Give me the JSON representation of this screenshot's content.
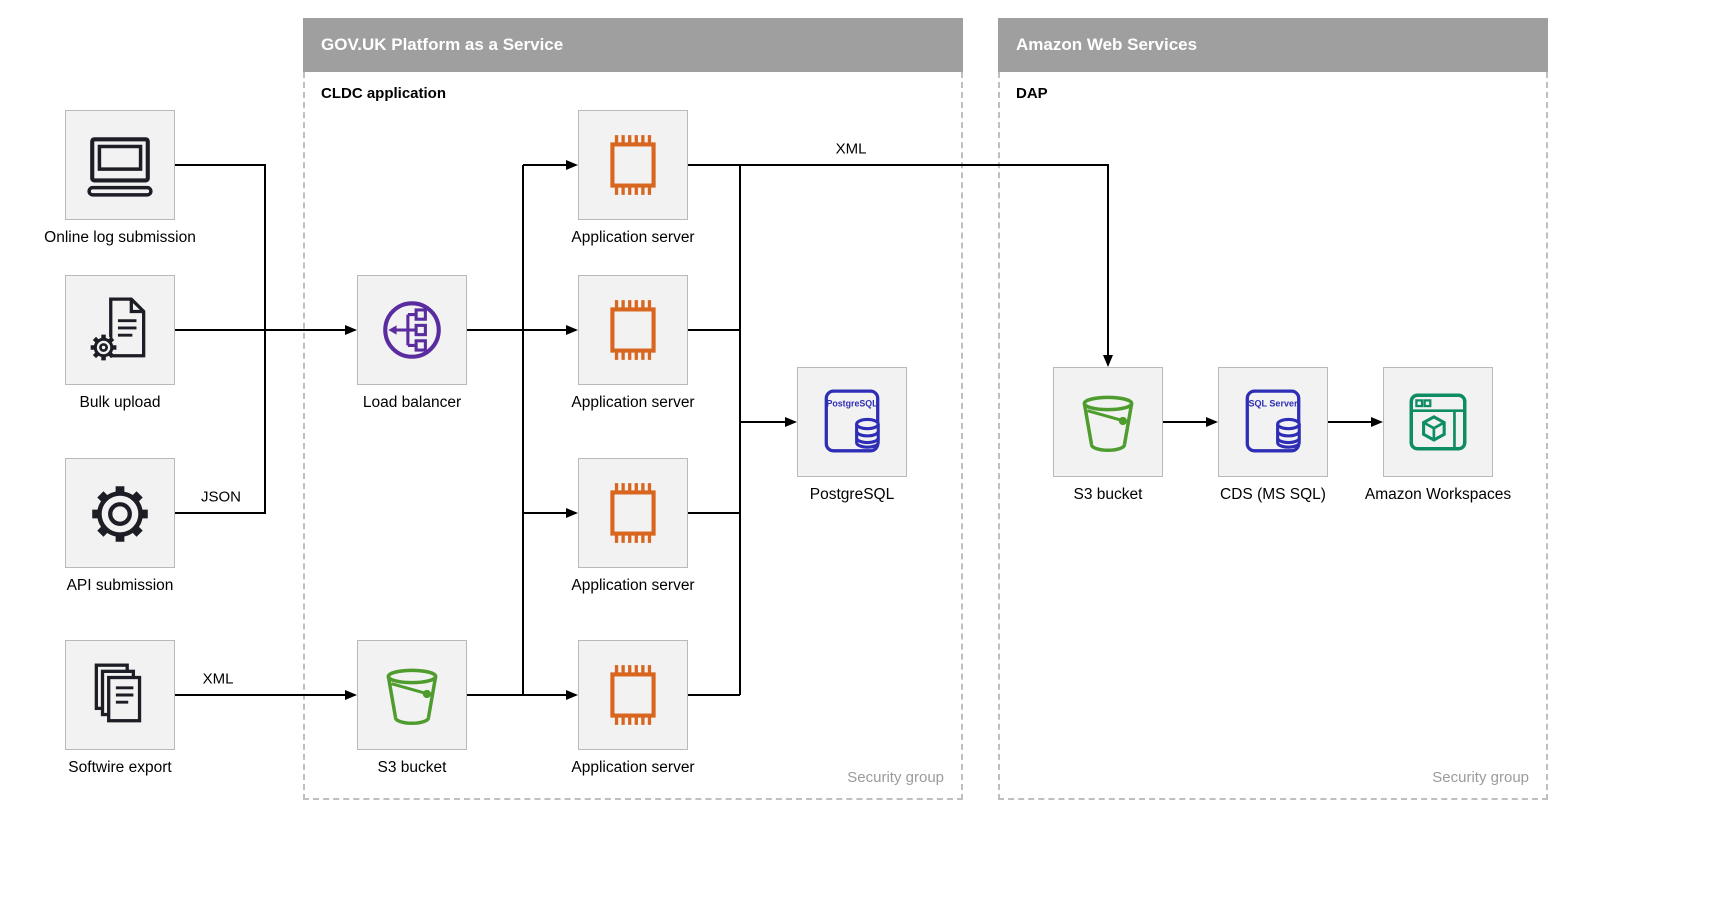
{
  "colors": {
    "header-bg": "#9f9f9f",
    "node-bg": "#f2f2f2",
    "node-border": "#b9b9b9",
    "dash": "#bfbfbf",
    "edge": "#000000",
    "label": "#000000",
    "muted": "#9b9b9b",
    "icon-dark": "#1d1d26",
    "icon-purple": "#5a2ca0",
    "icon-orange": "#d9661f",
    "icon-blue": "#2d2db5",
    "icon-green": "#4f9c2e",
    "icon-teal": "#0e8c64"
  },
  "diagram": {
    "groups": {
      "paas": {
        "title": "GOV.UK Platform as a Service",
        "sublabel": "CLDC application",
        "footer": "Security group"
      },
      "aws": {
        "title": "Amazon Web Services",
        "sublabel": "DAP",
        "footer": "Security group"
      }
    },
    "nodes": {
      "online_log": {
        "label": "Online log submission"
      },
      "bulk_upload": {
        "label": "Bulk upload"
      },
      "api_submission": {
        "label": "API submission"
      },
      "softwire_export": {
        "label": "Softwire export"
      },
      "load_balancer": {
        "label": "Load balancer"
      },
      "app_server_1": {
        "label": "Application server"
      },
      "app_server_2": {
        "label": "Application server"
      },
      "app_server_3": {
        "label": "Application server"
      },
      "app_server_4": {
        "label": "Application server"
      },
      "postgresql": {
        "label": "PostgreSQL",
        "icon_text": "PostgreSQL"
      },
      "s3_paas": {
        "label": "S3 bucket"
      },
      "s3_aws": {
        "label": "S3 bucket"
      },
      "cds": {
        "label": "CDS (MS SQL)",
        "icon_text": "SQL Server"
      },
      "workspaces": {
        "label": "Amazon Workspaces"
      }
    },
    "edge_labels": {
      "api_json": "JSON",
      "softwire_xml": "XML",
      "dap_xml": "XML"
    }
  }
}
